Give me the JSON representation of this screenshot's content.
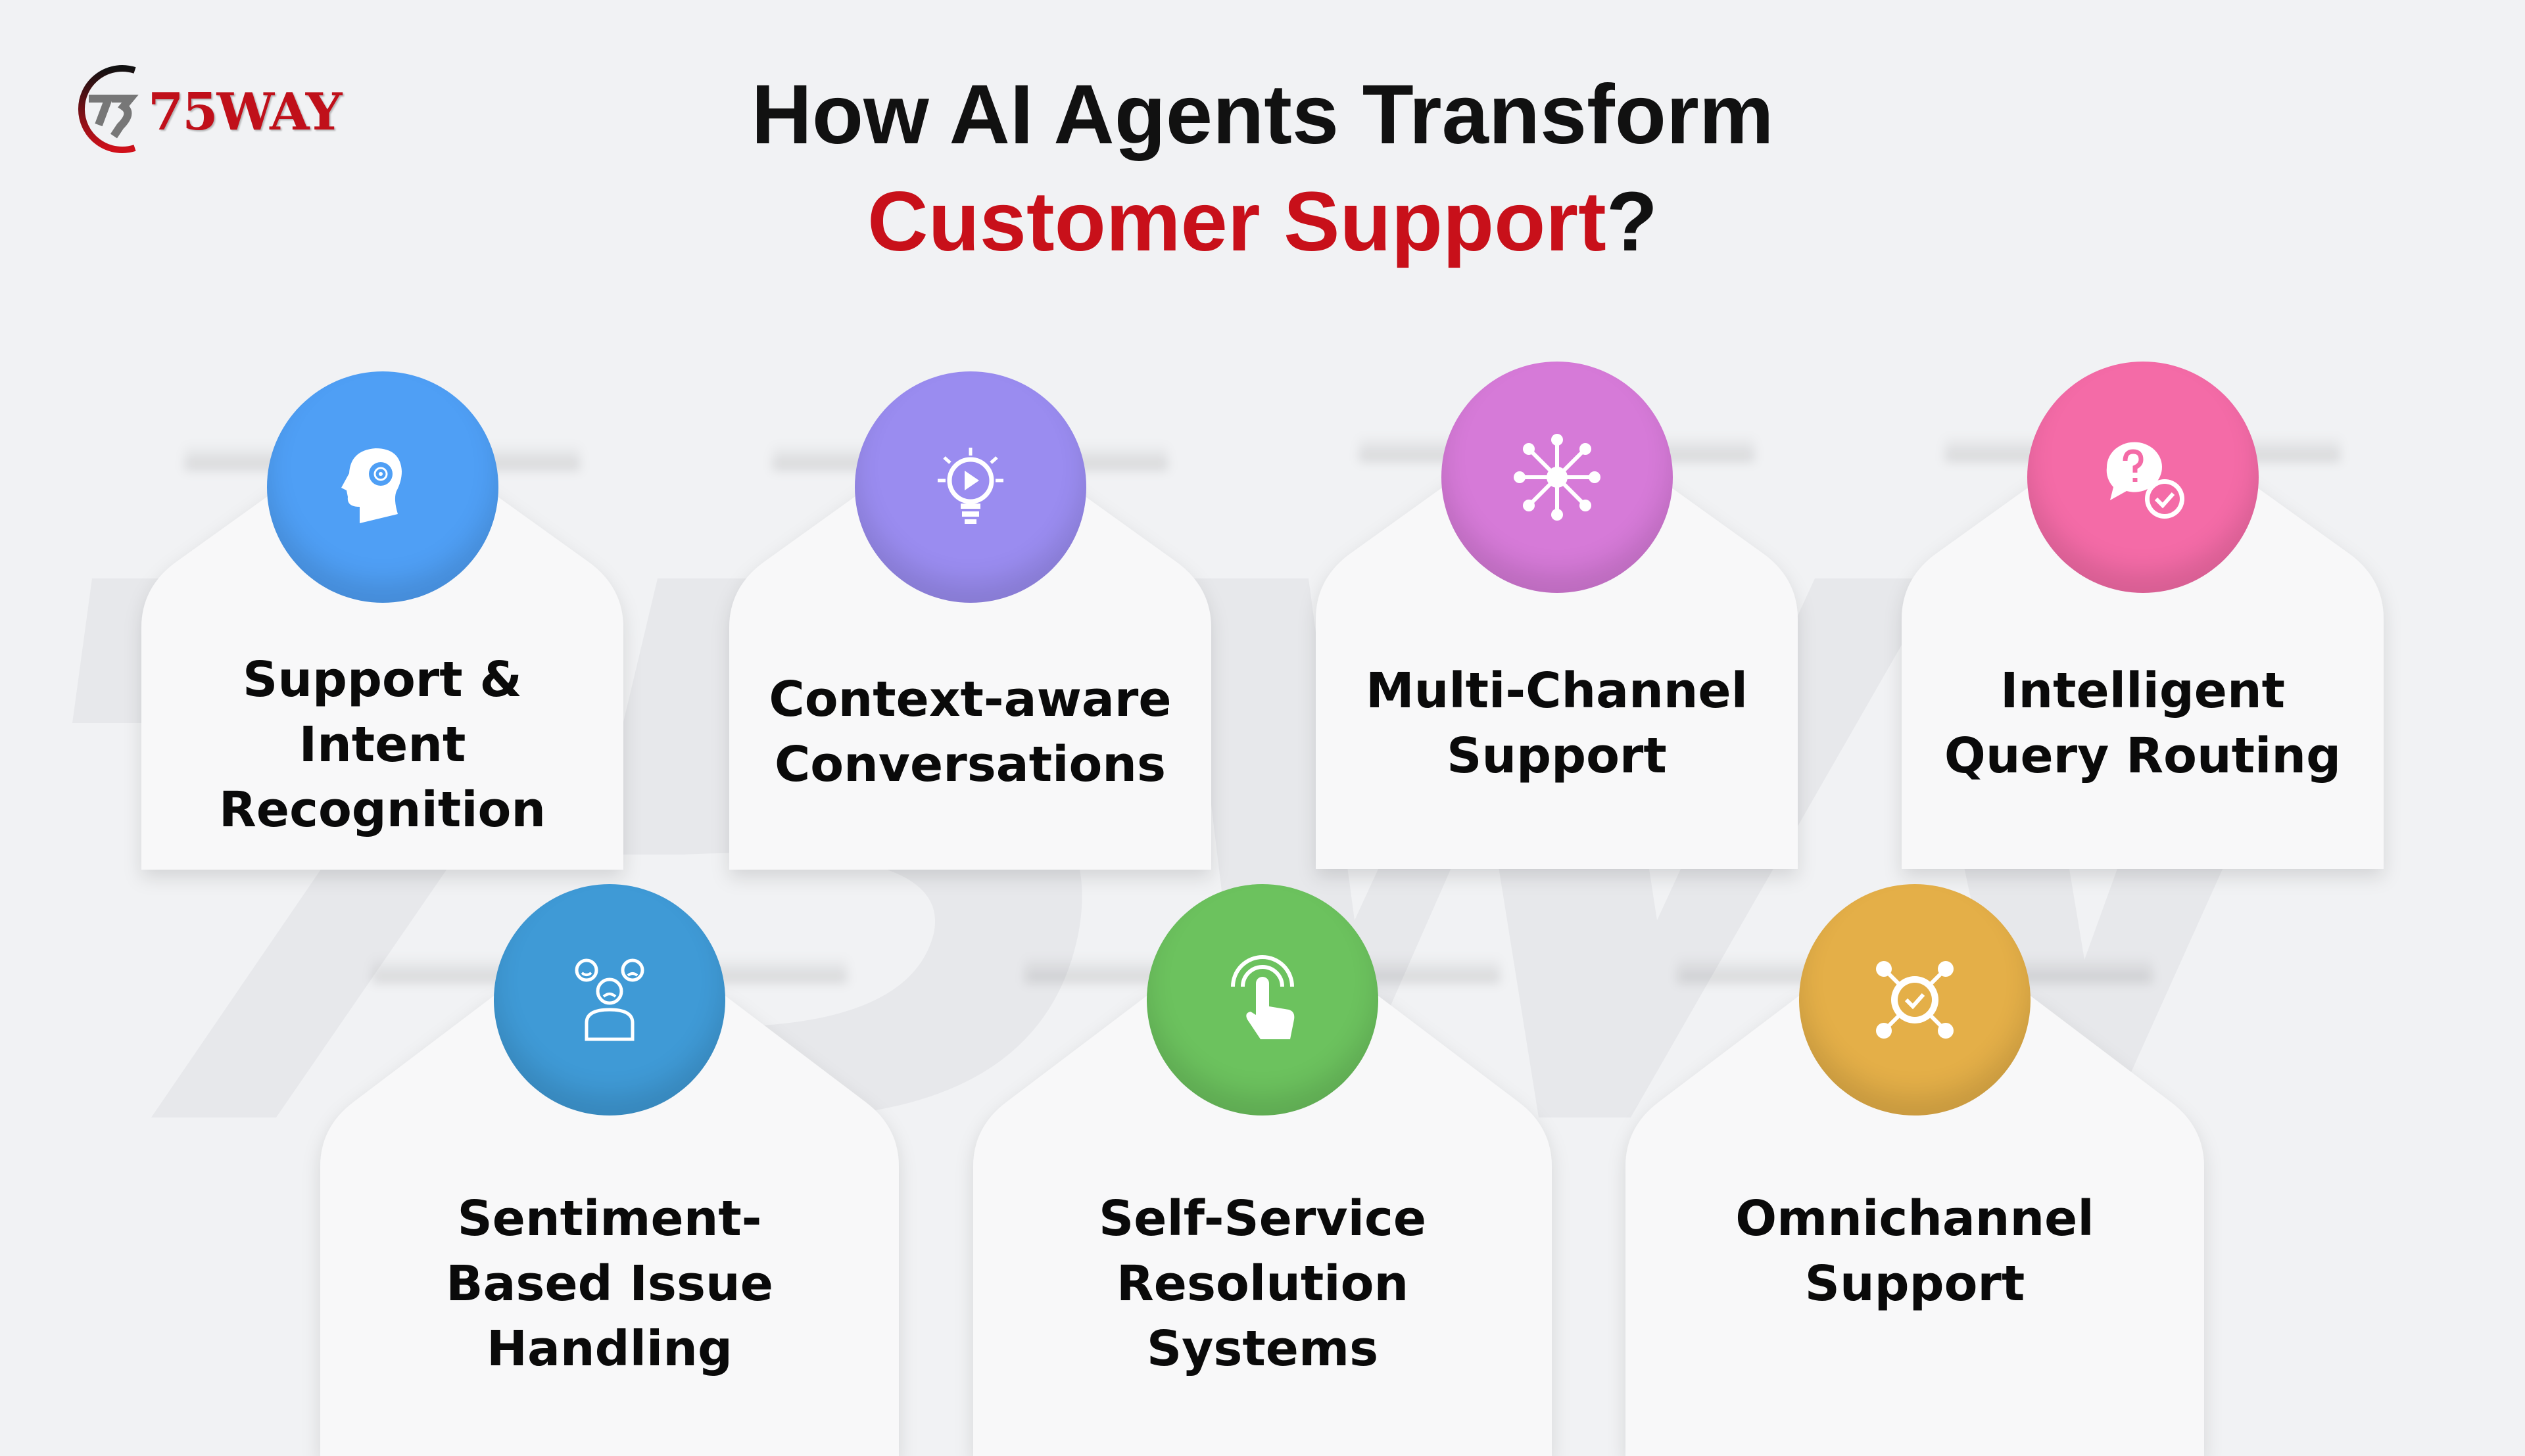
{
  "logo": {
    "text": "75WAY"
  },
  "title": {
    "line1": "How AI Agents Transform",
    "line2_highlight": "Customer Support",
    "line2_suffix": "?"
  },
  "colors": {
    "accent": "#c8101a",
    "background": "#f1f2f4"
  },
  "cards": [
    {
      "label_lines": [
        "Support &",
        "Intent",
        "Recognition"
      ],
      "icon": "head-target-icon",
      "color": "#4f9ff5"
    },
    {
      "label_lines": [
        "Context-aware",
        "Conversations"
      ],
      "icon": "lightbulb-play-icon",
      "color": "#9a8cf0"
    },
    {
      "label_lines": [
        "Multi-Channel",
        "Support"
      ],
      "icon": "network-hub-icon",
      "color": "#d67ad8"
    },
    {
      "label_lines": [
        "Intelligent",
        "Query Routing"
      ],
      "icon": "question-check-icon",
      "color": "#f46ba7"
    },
    {
      "label_lines": [
        "Sentiment-",
        "Based Issue",
        "Handling"
      ],
      "icon": "sentiment-faces-icon",
      "color": "#3f9ad6"
    },
    {
      "label_lines": [
        "Self-Service",
        "Resolution",
        "Systems"
      ],
      "icon": "tap-hand-icon",
      "color": "#6cc25e"
    },
    {
      "label_lines": [
        "Omnichannel",
        "Support"
      ],
      "icon": "hub-check-icon",
      "color": "#e4af48"
    }
  ]
}
